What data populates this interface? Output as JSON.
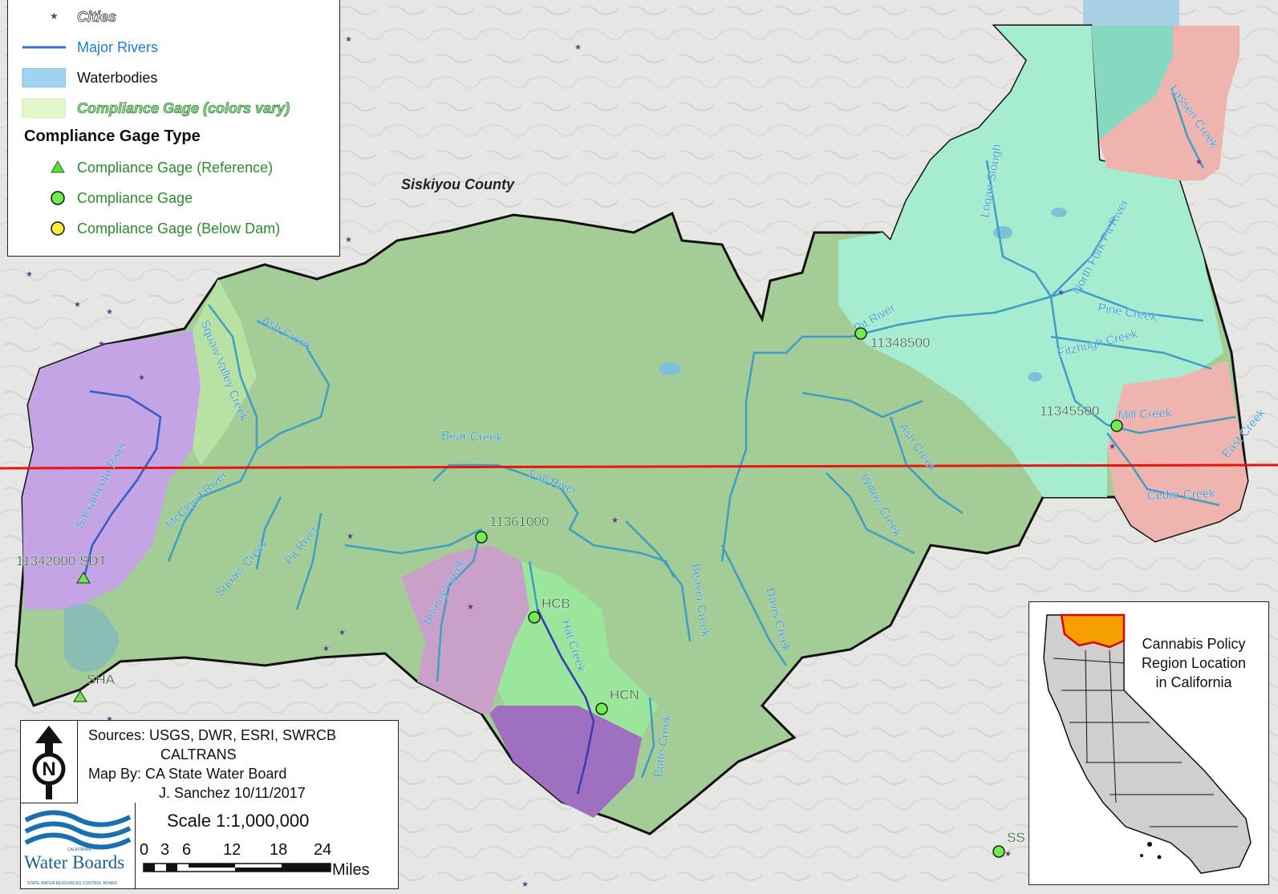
{
  "legend": {
    "items": [
      {
        "label": "Cities",
        "symbol": "star"
      },
      {
        "label": "Major Rivers",
        "symbol": "river-line"
      },
      {
        "label": "Waterbodies",
        "symbol": "water-box"
      },
      {
        "label": "Compliance Gage (colors vary)",
        "symbol": "gage-box"
      }
    ],
    "gage_type_title": "Compliance Gage Type",
    "gage_types": [
      {
        "label": "Compliance Gage (Reference)",
        "symbol": "triangle"
      },
      {
        "label": "Compliance Gage",
        "symbol": "circle-green"
      },
      {
        "label": "Compliance Gage (Below Dam)",
        "symbol": "circle-yellow"
      }
    ]
  },
  "map": {
    "county_label": "Siskiyou County",
    "rivers": [
      "Squaw Valley Creek",
      "Ash Creek",
      "Sacramento River",
      "McCloud River",
      "Squaw Creek",
      "Pit River",
      "Bear Creek",
      "Fall River",
      "Burney Creek",
      "Hat Creek",
      "Beaver Creek",
      "Davis Creek",
      "Butte Creek",
      "Ash Creek",
      "Willow Creek",
      "Pit River",
      "Logan Slough",
      "North Fork Pit River",
      "Lassen Creek",
      "Pine Creek",
      "Fitzhugh Creek",
      "Mill Creek",
      "East Creek",
      "Cedar Creek"
    ],
    "gages": [
      "11342000 SDT",
      "SHA",
      "11361000",
      "HCB",
      "HCN",
      "11348500",
      "11345500",
      "SS"
    ]
  },
  "credits": {
    "sources_line1": "Sources: USGS, DWR, ESRI, SWRCB",
    "sources_line2": "CALTRANS",
    "mapby_line1": "Map By: CA State Water Board",
    "mapby_line2": "J. Sanchez  10/11/2017",
    "north_letter": "N",
    "logo_small": "CALIFORNIA",
    "logo_text": "Water Boards",
    "logo_tagline": "STATE WATER RESOURCES CONTROL BOARD",
    "scale_title": "Scale 1:1,000,000",
    "scale_ticks": [
      "0",
      "3",
      "6",
      "12",
      "18",
      "24"
    ],
    "scale_units": "Miles"
  },
  "inset": {
    "line1": "Cannabis Policy",
    "line2": "Region Location",
    "line3": "in California"
  },
  "colors": {
    "main_region": "#a3cc96",
    "purple_west": "#c4a4e4",
    "teal_northeast": "#a6ecd0",
    "salmon": "#f0b4ae",
    "river": "#3e9ec6",
    "gage_green": "#70ee50",
    "red_line": "#e8140f"
  }
}
